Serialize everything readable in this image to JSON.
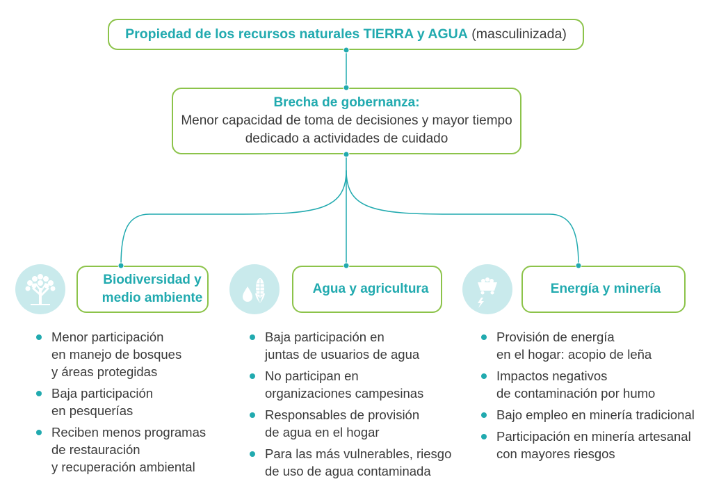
{
  "top": {
    "highlight": "Propiedad de los recursos naturales TIERRA y AGUA",
    "plain": "(masculinizada)"
  },
  "middle": {
    "title": "Brecha de gobernanza:",
    "line1": "Menor capacidad de toma de decisiones y mayor tiempo",
    "line2": "dedicado a actividades de cuidado"
  },
  "categories": [
    {
      "line1": "Biodiversidad y",
      "line2": "medio ambiente",
      "icon": "tree-icon",
      "items": [
        "Menor participación\nen manejo de bosques\ny áreas protegidas",
        "Baja participación\nen pesquerías",
        "Reciben menos programas\nde restauración\ny recuperación ambiental"
      ]
    },
    {
      "line1": "Agua y agricultura",
      "icon": "water-corn-icon",
      "items": [
        "Baja participación en\njuntas de usuarios de agua",
        "No participan en\norganizaciones campesinas",
        "Responsables de provisión\nde agua en el hogar",
        "Para las más vulnerables, riesgo\nde uso de agua contaminada"
      ]
    },
    {
      "line1": "Energía y minería",
      "icon": "mine-cart-energy-icon",
      "items": [
        "Provisión de energía\nen el hogar: acopio de leña",
        "Impactos negativos\nde contaminación por humo",
        "Bajo empleo en minería tradicional",
        "Participación en minería artesanal\ncon mayores riesgos"
      ]
    }
  ],
  "colors": {
    "accent": "#21aaaf",
    "border": "#8cc34a",
    "icon_bg": "#c9eaec",
    "text": "#3a3a3a"
  }
}
